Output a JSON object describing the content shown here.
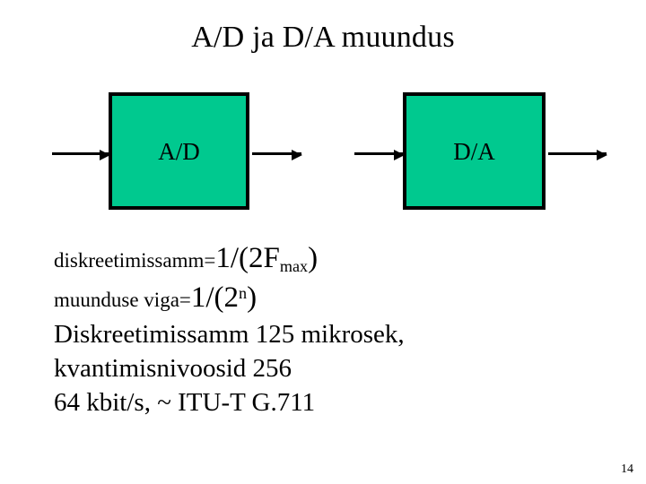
{
  "slide": {
    "title": "A/D ja D/A muundus",
    "page_number": "14",
    "background_color": "#FFFFFF",
    "text_color": "#000000"
  },
  "diagram": {
    "box_fill_color": "#00C98F",
    "box_border_color": "#000000",
    "arrow_color": "#000000",
    "boxes": [
      {
        "label": "A/D"
      },
      {
        "label": "D/A"
      }
    ],
    "arrows": [
      {
        "name": "input-to-ad"
      },
      {
        "name": "ad-output"
      },
      {
        "name": "input-to-da"
      },
      {
        "name": "da-output"
      }
    ]
  },
  "body": {
    "formula_1": {
      "lead": "diskreetimissamm=",
      "expr_prefix": "1/(2F",
      "expr_sub": "max",
      "expr_suffix": ")"
    },
    "formula_2": {
      "lead": "muunduse viga=",
      "expr_prefix": "1/(2",
      "expr_sup": "n",
      "expr_suffix": ")"
    },
    "lines": [
      "Diskreetimissamm 125 mikrosek,",
      "kvantimisnivoosid 256",
      "64 kbit/s, ~ ITU-T G.711"
    ]
  }
}
